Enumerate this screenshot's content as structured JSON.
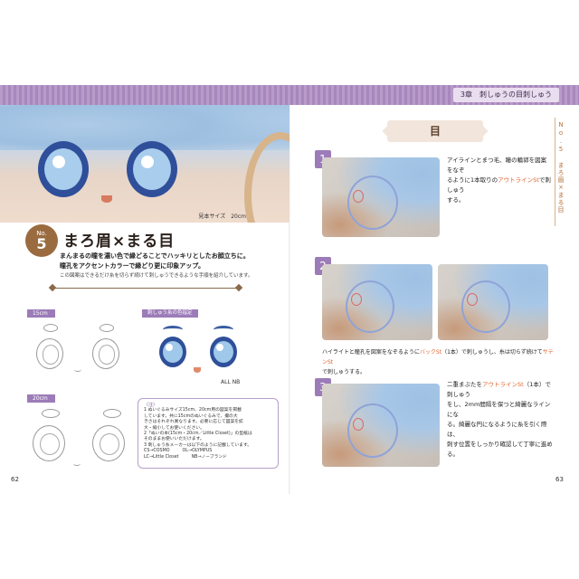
{
  "header": {
    "chapter": "3章　刺しゅうの目刺しゅう"
  },
  "left_page": {
    "hero": {
      "caption": "見本サイズ　20cm"
    },
    "badge": {
      "no": "No.",
      "num": "5"
    },
    "title": "まろ眉×まる目",
    "lead": {
      "line1": "まんまるの瞳を濃い色で縁どることでハッキリとしたお顔立ちに。",
      "line2": "瞳孔をアクセントカラーで縁どり更に印象アップ。",
      "sub": "この図案はできるだけ糸を切らず続けて刺しゅうできるような手順を紹介しています。"
    },
    "size_tags": [
      "15cm",
      "20cm"
    ],
    "color_label": "刺しゅう糸の色指定",
    "all_nb": "ALL NB",
    "note": {
      "head": "〈注〉",
      "l1": "1 ぬいぐるみサイズ15cm、20cm用の図案を掲載",
      "l2": "しています。共に15cmのぬいぐるみで、撮の大",
      "l3": "きさはそれぞれ異なります。必要に応じて図案を拡",
      "l4": "大・縮小してお使いください。",
      "l5": "2「ぬいの本(15cm・20cm／Little Closet)」の型紙は",
      "l6": "そのままお使いいただけます。",
      "l7": "3 刺しゅう糸メーカーは以下のように記載しています。",
      "m1": "CS→COSMO",
      "m2": "OL→OLYMPUS",
      "m3": "LC→Little Closet",
      "m4": "NB→ノーブランド"
    },
    "page_number": "62"
  },
  "right_page": {
    "section_title": "目",
    "side_tab": "No.5 まろ眉×まる目",
    "steps": [
      {
        "num": "1",
        "t1": "アイラインとまつ毛、瞳の輪郭を図案をなぞ",
        "t2_pre": "るように1本取りの",
        "t2_hl": "アウトラインSt",
        "t2_post": "で刺しゅう",
        "t3": "する。"
      },
      {
        "num": "2",
        "t1_pre": "ハイライトと瞳孔を図案をなぞるように",
        "t1_hl": "バックSt",
        "t1_mid": "（1本）で刺しゅうし、糸は切らず続けて",
        "t1_hl2": "サテンSt",
        "t2": "で刺しゅうする。"
      },
      {
        "num": "3",
        "t1_pre": "二重まぶたを",
        "t1_hl": "アウトラインSt",
        "t1_post": "（1本）で刺しゅう",
        "t2": "をし、2mm間隔を保つと綺麗なラインにな",
        "t3": "る。綺麗な円になるように糸を引く際は、",
        "t4": "刺す位置をしっかり確認して丁寧に進める。"
      }
    ],
    "page_number": "63"
  },
  "colors": {
    "accent_purple": "#9c7cb8",
    "brown": "#9a6b3f",
    "highlight": "#e0662f"
  }
}
